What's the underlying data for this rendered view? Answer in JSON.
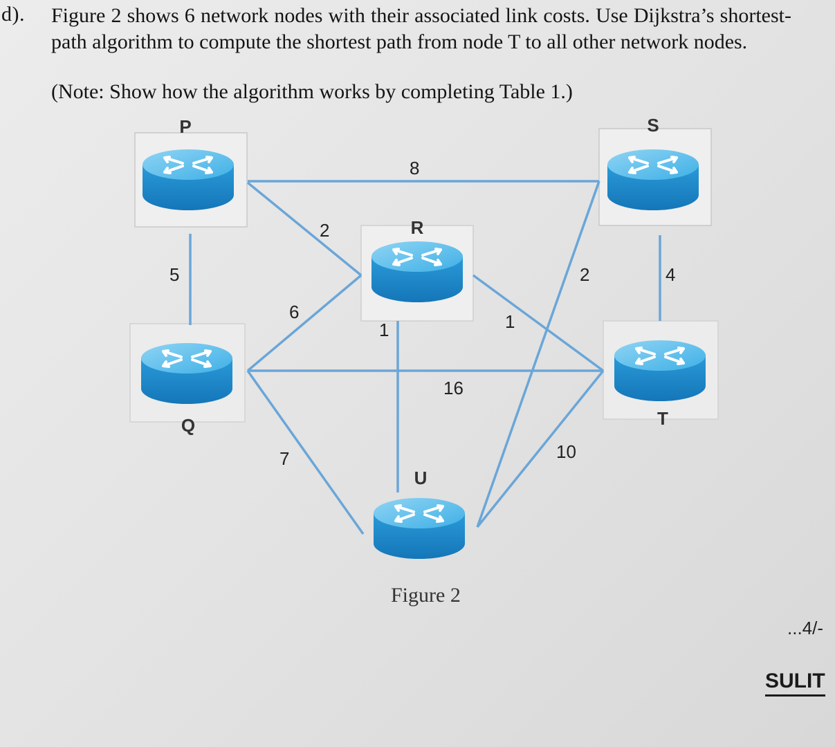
{
  "question": {
    "label": "d).",
    "text": "Figure 2 shows 6 network nodes with their associated link costs. Use Dijkstra’s shortest-path algorithm to compute the shortest path from node T to all other network nodes.",
    "note": "(Note: Show how the algorithm works by completing Table 1.)"
  },
  "figure": {
    "caption": "Figure 2",
    "nodes": [
      "P",
      "Q",
      "R",
      "S",
      "T",
      "U"
    ],
    "links": [
      {
        "from": "P",
        "to": "S",
        "cost": "8"
      },
      {
        "from": "P",
        "to": "Q",
        "cost": "5"
      },
      {
        "from": "P",
        "to": "R",
        "cost": "2"
      },
      {
        "from": "Q",
        "to": "R",
        "cost": "6"
      },
      {
        "from": "Q",
        "to": "T",
        "cost": "16"
      },
      {
        "from": "Q",
        "to": "U",
        "cost": "7"
      },
      {
        "from": "R",
        "to": "U",
        "cost": "1"
      },
      {
        "from": "R",
        "to": "T",
        "cost": "1"
      },
      {
        "from": "S",
        "to": "U",
        "cost": "2"
      },
      {
        "from": "S",
        "to": "T",
        "cost": "4"
      },
      {
        "from": "T",
        "to": "U",
        "cost": "10"
      }
    ],
    "link_color": "#6aa6d8",
    "router_color": "#1f8fd0"
  },
  "footer": {
    "page_next": "...4/-",
    "classification": "SULIT"
  }
}
